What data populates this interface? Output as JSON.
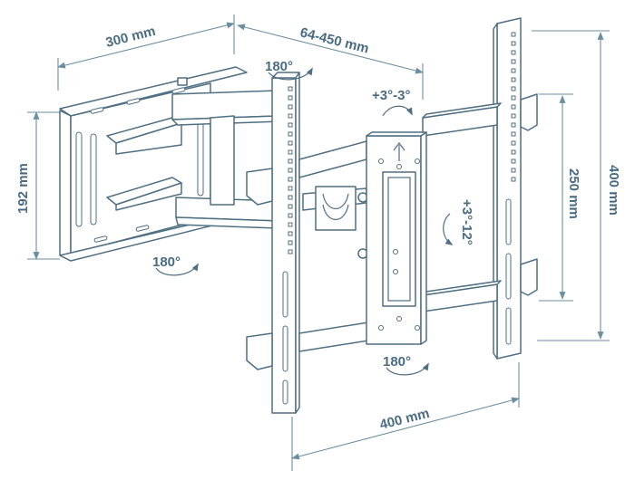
{
  "dimensions": {
    "wall_plate_width": "300 mm",
    "arm_extension": "64-450 mm",
    "wall_plate_height": "192 mm",
    "vesa_height_inner": "250 mm",
    "vesa_height_outer": "400 mm",
    "vesa_width": "400 mm"
  },
  "rotations": {
    "top_swivel": "180°",
    "bottom_swivel": "180°",
    "head_swivel": "180°",
    "level": "+3°-3°",
    "tilt": "+3°-12°"
  },
  "colors": {
    "line": "#4f6f84",
    "dimension": "#6b8ea3",
    "text": "#4a6c82"
  }
}
